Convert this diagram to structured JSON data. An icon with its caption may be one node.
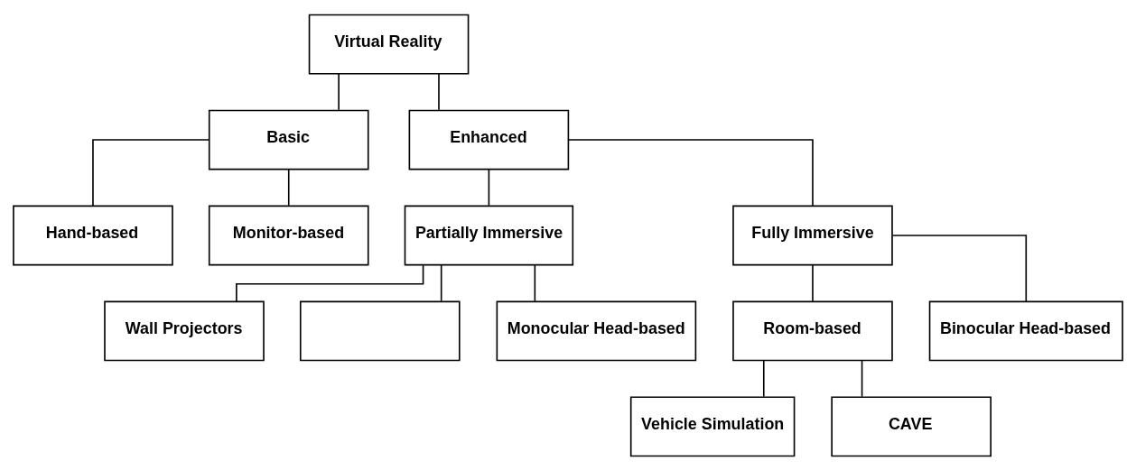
{
  "diagram": {
    "nodes": [
      {
        "text": [
          "Virtual Reality"
        ]
      },
      {
        "text": [
          "Basic"
        ]
      },
      {
        "text": [
          "Enhanced"
        ]
      },
      {
        "text": [
          "Hand-based"
        ]
      },
      {
        "text": [
          "Monitor-based"
        ]
      },
      {
        "text": [
          "Partially Immersive"
        ]
      },
      {
        "text": [
          "Fully Immersive"
        ]
      },
      {
        "text": [
          "Wall Projectors"
        ]
      },
      {
        "text": [],
        "shape": "box"
      },
      {
        "text": [
          "Monocular Head-based"
        ]
      },
      {
        "text": [
          "Room-based"
        ]
      },
      {
        "text": [
          "Binocular Head-based"
        ]
      },
      {
        "text": [
          "Vehicle Simulation"
        ]
      },
      {
        "text": [
          "CAVE"
        ]
      }
    ],
    "edges": [
      {
        "from": 0,
        "to": 1,
        "arrow": "none"
      },
      {
        "from": 0,
        "to": 2,
        "arrow": "none"
      },
      {
        "from": 1,
        "to": 3,
        "arrow": "none"
      },
      {
        "from": 1,
        "to": 4,
        "arrow": "none"
      },
      {
        "from": 2,
        "to": 5,
        "arrow": "none"
      },
      {
        "from": 2,
        "to": 6,
        "arrow": "none"
      },
      {
        "from": 5,
        "to": 7,
        "arrow": "none"
      },
      {
        "from": 5,
        "to": 8,
        "arrow": "none"
      },
      {
        "from": 5,
        "to": 9,
        "arrow": "none"
      },
      {
        "from": 6,
        "to": 10,
        "arrow": "none"
      },
      {
        "from": 6,
        "to": 11,
        "arrow": "none"
      },
      {
        "from": 10,
        "to": 12,
        "arrow": "none"
      },
      {
        "from": 10,
        "to": 13,
        "arrow": "none"
      }
    ]
  }
}
